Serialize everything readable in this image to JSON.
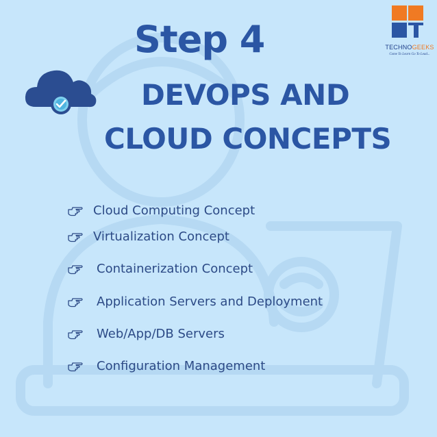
{
  "header": {
    "step": "Step 4",
    "title_line1": "DEVOPS AND",
    "title_line2": "CLOUD CONCEPTS"
  },
  "logo": {
    "brand_prefix": "TECHNO",
    "brand_suffix": "GEEKS",
    "tagline": "Come To Learn Go To Lead...",
    "colors": {
      "orange": "#f07a23",
      "blue": "#2b56a4"
    }
  },
  "icons": {
    "cloud": "cloud-check-icon",
    "bullet": "pointing-hand-icon"
  },
  "topics": [
    "Cloud Computing Concept",
    "Virtualization Concept",
    "Containerization Concept",
    "Application Servers and Deployment",
    "Web/App/DB Servers",
    "Configuration Management"
  ],
  "colors": {
    "background": "#c7e6fb",
    "accent": "#2b56a4",
    "text": "#2c4a86"
  }
}
